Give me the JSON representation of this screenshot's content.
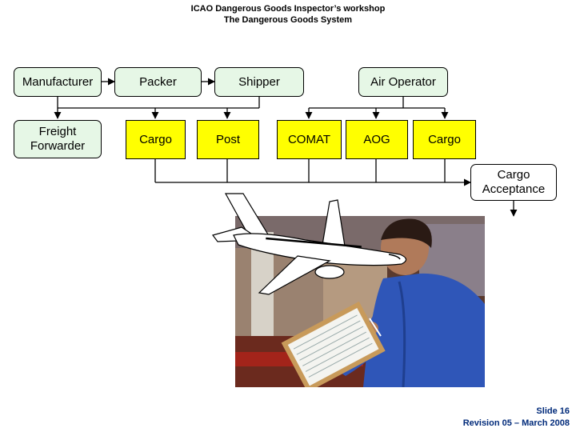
{
  "header": {
    "line1": "ICAO Dangerous Goods Inspector’s workshop",
    "line2": "The Dangerous Goods System"
  },
  "nodes": {
    "manufacturer": "Manufacturer",
    "packer": "Packer",
    "shipper": "Shipper",
    "air_operator": "Air Operator",
    "freight_forwarder": "Freight Forwarder",
    "cargo_left": "Cargo",
    "post": "Post",
    "comat": "COMAT",
    "aog": "AOG",
    "cargo_right": "Cargo",
    "cargo_acceptance": "Cargo Acceptance"
  },
  "colors": {
    "green_box": "#e6f7e6",
    "yellow_box": "#ffff00",
    "footer_text": "#002a7a"
  },
  "footer": {
    "slide": "Slide 16",
    "revision": "Revision 05 – March 2008"
  }
}
